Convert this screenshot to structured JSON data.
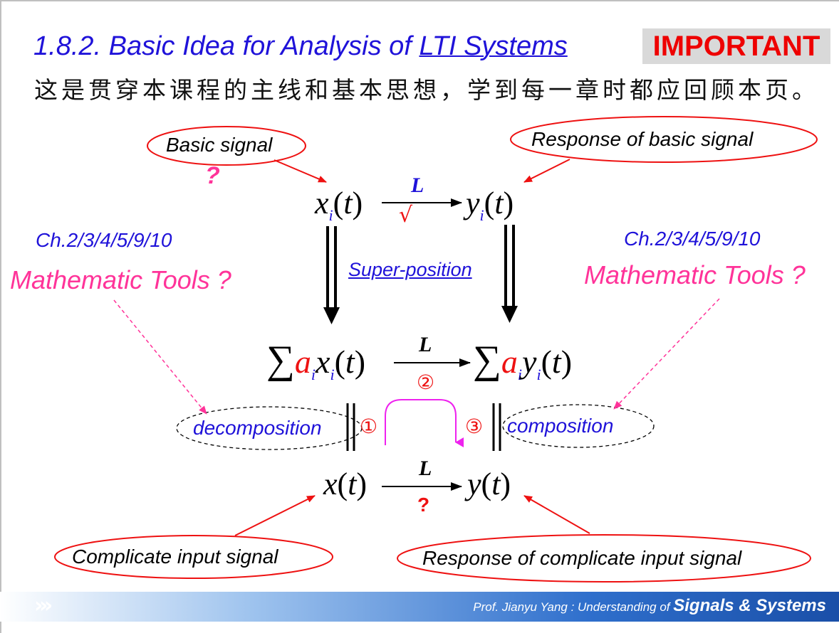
{
  "title": {
    "prefix": "1.8.2. Basic Idea for Analysis of ",
    "link": "LTI Systems",
    "badge": "IMPORTANT"
  },
  "subtitle": "这是贯穿本课程的主线和基本思想，学到每一章时都应回顾本页。",
  "callouts": {
    "basic_signal": "Basic signal",
    "basic_signal_q": "?",
    "response_basic": "Response of basic signal",
    "complicate_input": "Complicate input signal",
    "response_complicate": "Response of complicate input signal",
    "decomposition": "decomposition",
    "composition": "composition",
    "superposition": "Super-position"
  },
  "side_notes": {
    "left_chapters": "Ch.2/3/4/5/9/10",
    "left_tools": "Mathematic Tools ?",
    "right_chapters": "Ch.2/3/4/5/9/10",
    "right_tools": "Mathematic Tools ?"
  },
  "equations": {
    "operator": "L",
    "check": "√",
    "question": "?",
    "x": "x",
    "y": "y",
    "a": "a",
    "i": "i",
    "t": "t",
    "sum": "∑"
  },
  "steps": {
    "one": "①",
    "two": "②",
    "three": "③"
  },
  "footer": {
    "author": "Prof. Jianyu Yang : Understanding of ",
    "course": "Signals & Systems"
  },
  "colors": {
    "title_blue": "#1f12d9",
    "accent_red": "#ee1111",
    "tools_pink": "#ff3399",
    "arc_magenta": "#ee22ee"
  }
}
